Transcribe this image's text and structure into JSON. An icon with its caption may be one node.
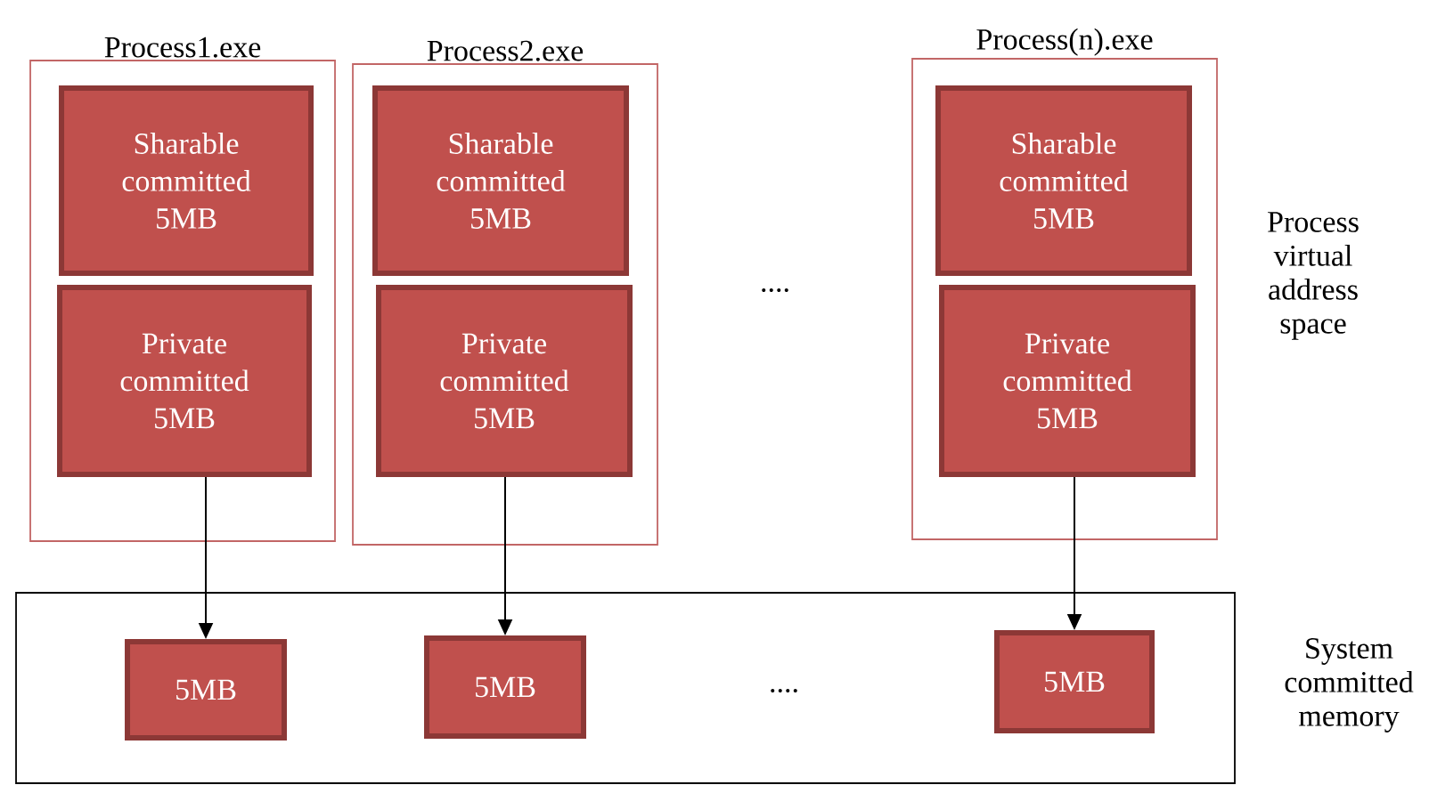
{
  "diagram": {
    "nodes": [
      {
        "text": [
          "Process1.exe"
        ]
      },
      {
        "text": [
          "Sharable committed 5MB"
        ],
        "in": 0
      },
      {
        "text": [
          "Private committed 5MB"
        ],
        "in": 0
      },
      {
        "text": [
          "Process2.exe"
        ]
      },
      {
        "text": [
          "Sharable committed 5MB"
        ],
        "in": 3
      },
      {
        "text": [
          "Private committed 5MB"
        ],
        "in": 3
      },
      {
        "text": [
          "Process(n).exe"
        ]
      },
      {
        "text": [
          "Sharable committed 5MB"
        ],
        "in": 6
      },
      {
        "text": [
          "Private committed 5MB"
        ],
        "in": 6
      },
      {
        "text": [],
        "shape": "box",
        "beside": [
          "System committed memory"
        ]
      },
      {
        "text": [
          "5MB"
        ],
        "in": 9
      },
      {
        "text": [
          "5MB"
        ],
        "in": 9
      },
      {
        "text": [
          "5MB"
        ],
        "in": 9
      }
    ],
    "edges": [
      {
        "from": 2,
        "to": 10,
        "arrow": "to"
      },
      {
        "from": 5,
        "to": 11,
        "arrow": "to"
      },
      {
        "from": 8,
        "to": 12,
        "arrow": "to"
      }
    ],
    "labels": [
      "....",
      "Process virtual address space",
      "...."
    ]
  }
}
